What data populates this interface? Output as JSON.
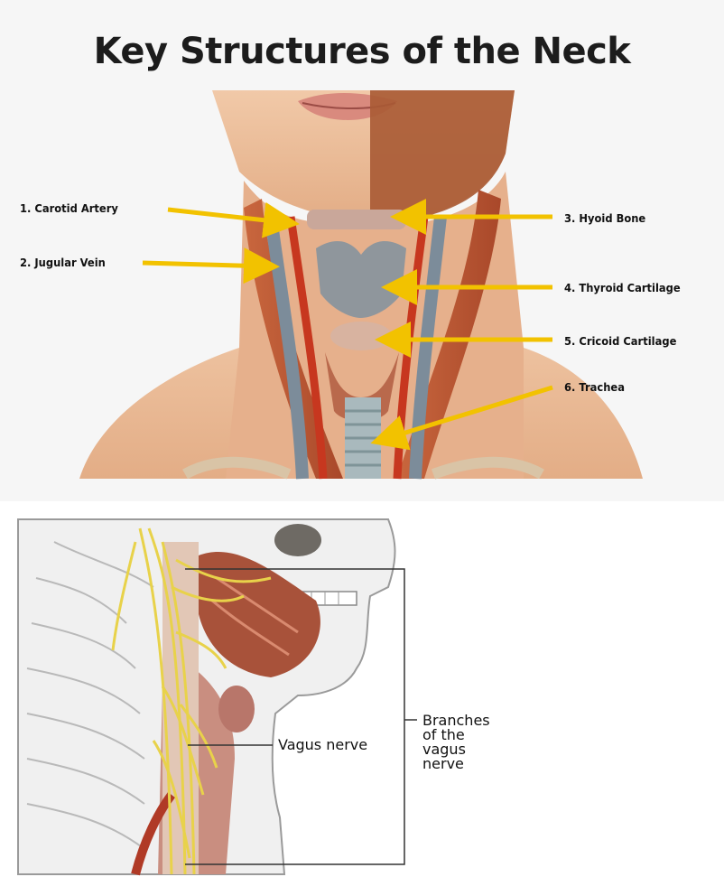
{
  "top_panel": {
    "title": "Key Structures of the Neck",
    "labels": [
      {
        "id": "carotid",
        "text": "1. Carotid Artery"
      },
      {
        "id": "jugular",
        "text": "2. Jugular Vein"
      },
      {
        "id": "hyoid",
        "text": "3. Hyoid Bone"
      },
      {
        "id": "thyroid",
        "text": "4. Thyroid Cartilage"
      },
      {
        "id": "cricoid",
        "text": "5. Cricoid Cartilage"
      },
      {
        "id": "trachea",
        "text": "6. Trachea"
      }
    ],
    "arrow_color": "#f2c200"
  },
  "bottom_panel": {
    "vagus_label": "Vagus nerve",
    "branches_label": "Branches\nof the\nvagus\nnerve",
    "nerve_color": "#e8d24a"
  }
}
